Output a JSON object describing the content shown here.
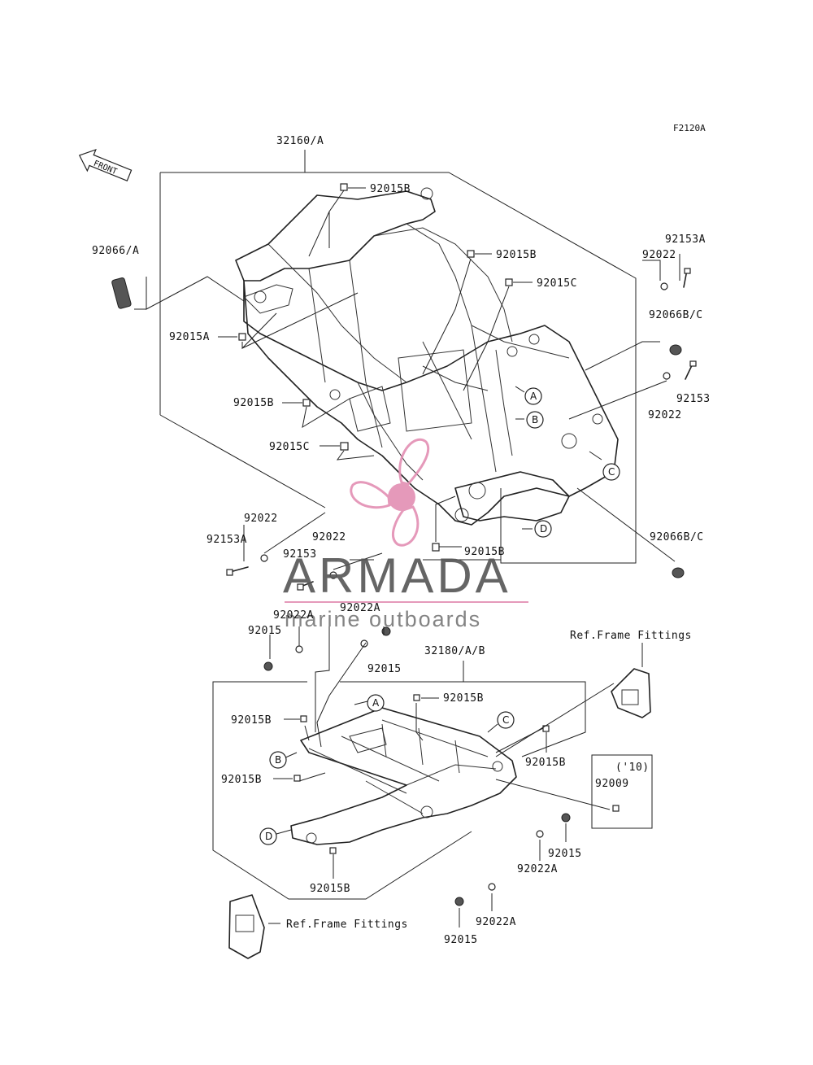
{
  "diagram_code": "F2120A",
  "front_label": "FRONT",
  "watermark": {
    "brand": "ARMADA",
    "tagline": "marine outboards",
    "color_primary": "#e38fb3",
    "color_text": "#555555"
  },
  "upper_assembly": {
    "assembly_number": "32160/A",
    "callouts": {
      "c_92015B_top": "92015B",
      "c_92015B_mid": "92015B",
      "c_92015C_mid": "92015C",
      "c_92066A": "92066/A",
      "c_92015A": "92015A",
      "c_92015B_left": "92015B",
      "c_92015C_left": "92015C",
      "c_92153A_right": "92153A",
      "c_92022_right_top": "92022",
      "c_92066BC_right_top": "92066B/C",
      "c_92153_right": "92153",
      "c_92022_right_mid": "92022",
      "c_92066BC_right_bottom": "92066B/C",
      "c_92015B_bottom": "92015B",
      "c_92022_left_bottom": "92022",
      "c_92153A_left_bottom": "92153A",
      "c_92022_center_bottom": "92022",
      "c_92153_center_bottom": "92153"
    },
    "ref_letters": [
      "A",
      "B",
      "C",
      "D"
    ]
  },
  "lower_assembly": {
    "assembly_number": "32180/A/B",
    "callouts": {
      "c_92022A_left": "92022A",
      "c_92022A_center": "92022A",
      "c_92015_left": "92015",
      "c_92015_center": "92015",
      "c_92015B_top": "92015B",
      "c_92015B_left_top": "92015B",
      "c_92015B_left_mid": "92015B",
      "c_92015B_right": "92015B",
      "c_92015B_bottom": "92015B",
      "c_ref_frame_top": "Ref.Frame Fittings",
      "c_ref_frame_bottom": "Ref.Frame Fittings",
      "c_year": "('10)",
      "c_92009": "92009",
      "c_92015_right": "92015",
      "c_92022A_right": "92022A",
      "c_92022A_bottom": "92022A",
      "c_92015_bottom": "92015"
    },
    "ref_letters": [
      "A",
      "B",
      "C",
      "D"
    ]
  }
}
